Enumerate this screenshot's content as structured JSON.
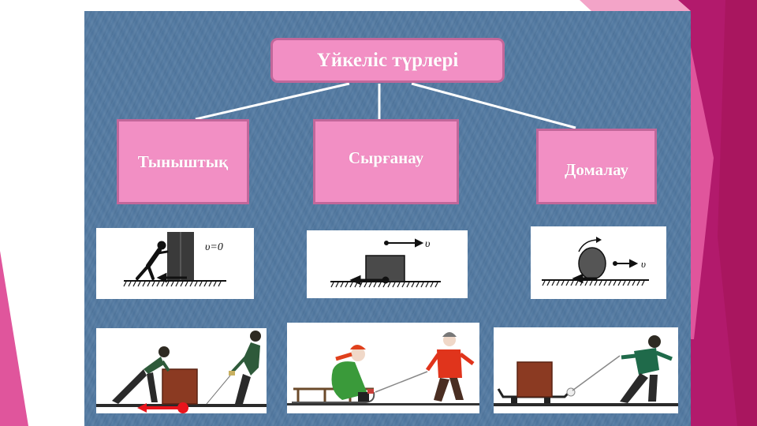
{
  "slide": {
    "colors": {
      "panel": "#4f77a0",
      "box_fill": "#f28fc4",
      "box_border": "#c2679a",
      "box_text": "#ffffff",
      "accent_magenta": "#b21a6c",
      "accent_pink": "#e0559c",
      "force_arrow": "#e8141c"
    }
  },
  "diagram": {
    "root": {
      "label": "Үйкеліс түрлері"
    },
    "children": [
      {
        "label": "Тыныштық"
      },
      {
        "label": "Сырғанау"
      },
      {
        "label": "Домалау"
      }
    ]
  },
  "illustrations": {
    "static": {
      "velocity_label": "υ=0"
    },
    "sliding": {
      "velocity_label": "υ"
    },
    "rolling": {
      "velocity_label": "υ"
    }
  }
}
